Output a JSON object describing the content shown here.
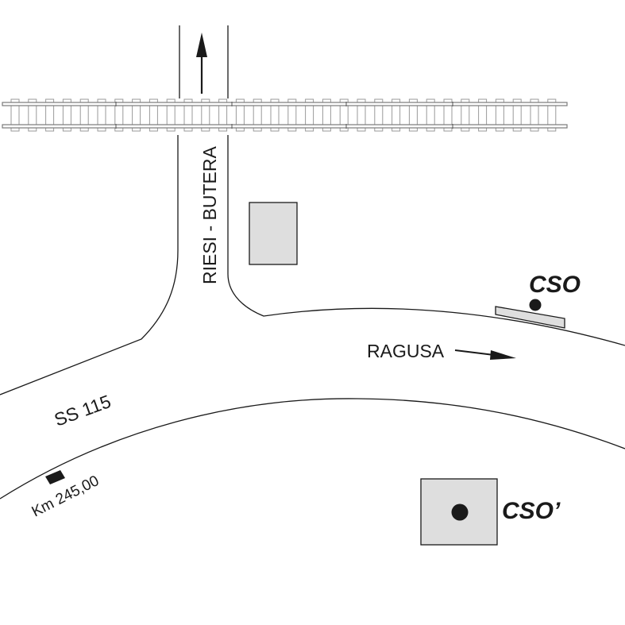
{
  "map": {
    "title": "",
    "roads": {
      "main_road": "SS 115",
      "side_road": "RIESI - BUTERA",
      "direction_label": "RAGUSA"
    },
    "km_marker": "Km 245,00",
    "points": {
      "cso": "CSO",
      "cso_prime": "CSO’"
    },
    "features": [
      "railway",
      "building",
      "platform",
      "direction-arrow-north",
      "direction-arrow-east"
    ],
    "colors": {
      "line": "#1a1a1a",
      "building_fill": "#dedede",
      "rail": "#7a7a7a",
      "background": "#ffffff"
    }
  }
}
